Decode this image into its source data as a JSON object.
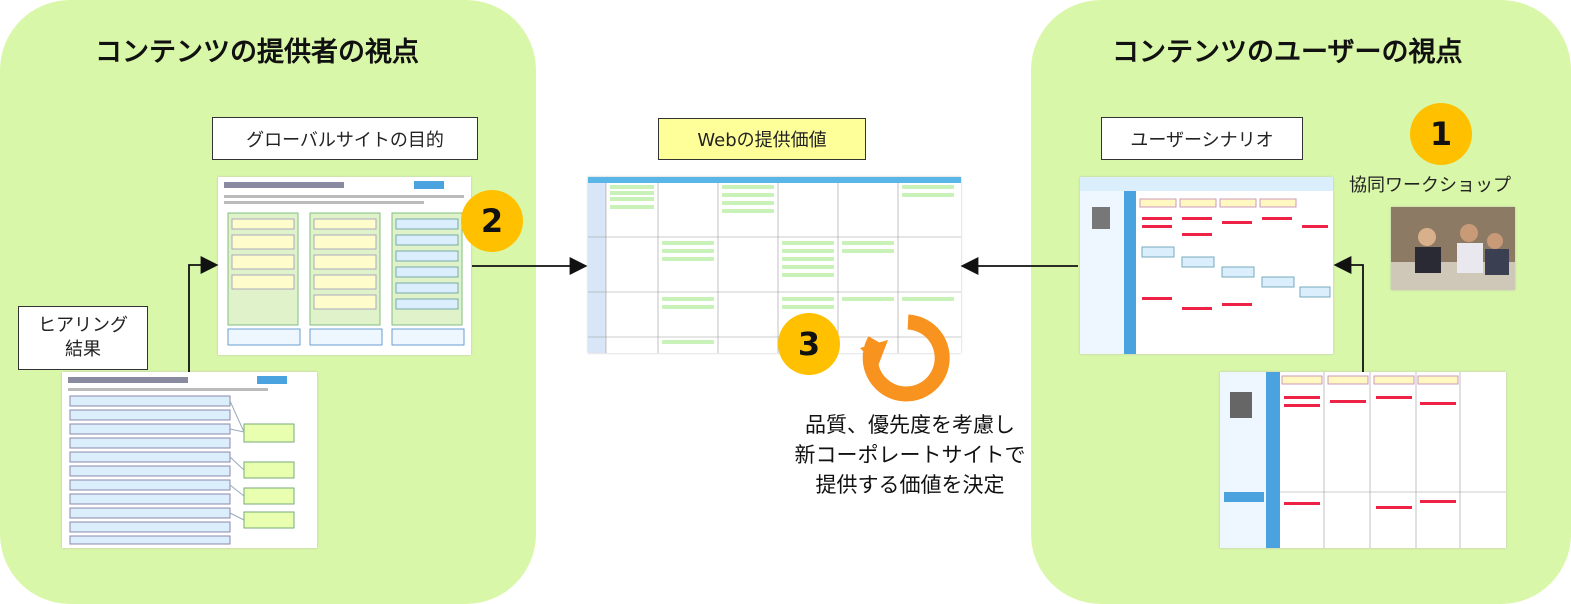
{
  "left_panel": {
    "title": "コンテンツの提供者の視点"
  },
  "right_panel": {
    "title": "コンテンツのユーザーの視点"
  },
  "labels": {
    "global_purpose": "グローバルサイトの目的",
    "hearing": "ヒアリング\n結果",
    "web_value": "Webの提供価値",
    "user_scenario": "ユーザーシナリオ",
    "workshop": "協同ワークショップ"
  },
  "badges": {
    "one": "1",
    "two": "2",
    "three": "3"
  },
  "caption": "品質、優先度を考慮し\n新コーポレートサイトで\n提供する価値を決定",
  "colors": {
    "panel": "#d9f7a8",
    "badge": "#ffc000",
    "cycle": "#f7931e"
  }
}
